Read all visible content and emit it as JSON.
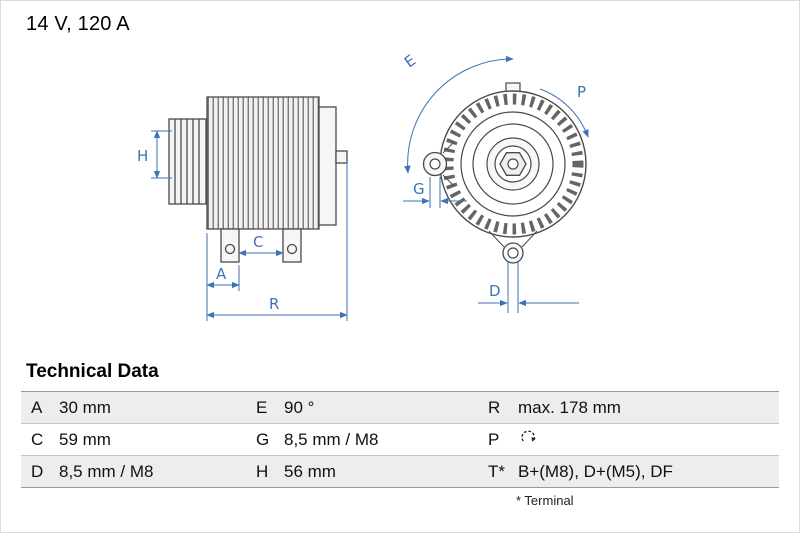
{
  "header": {
    "rating": "14 V, 120 A"
  },
  "diagram": {
    "labels": {
      "h": "H",
      "a": "A",
      "c": "C",
      "r": "R",
      "e": "E",
      "p": "P",
      "g": "G",
      "d": "D"
    }
  },
  "technical_data": {
    "title": "Technical Data",
    "rows": [
      {
        "cells": [
          {
            "key": "A",
            "value": "30 mm"
          },
          {
            "key": "E",
            "value": "90 °"
          },
          {
            "key": "R",
            "value": "max. 178 mm"
          }
        ]
      },
      {
        "cells": [
          {
            "key": "C",
            "value": "59 mm"
          },
          {
            "key": "G",
            "value": "8,5 mm / M8"
          },
          {
            "key": "P",
            "value": "",
            "icon": "rotation-clockwise-icon"
          }
        ]
      },
      {
        "cells": [
          {
            "key": "D",
            "value": "8,5 mm / M8"
          },
          {
            "key": "H",
            "value": "56 mm"
          },
          {
            "key": "T*",
            "value": "B+(M8), D+(M5), DF"
          }
        ]
      }
    ],
    "footnote": "* Terminal"
  },
  "colors": {
    "dimension_blue": "#3f72b5",
    "drawing_stroke": "#4a4a4a",
    "row_alt_background": "#ededed"
  }
}
